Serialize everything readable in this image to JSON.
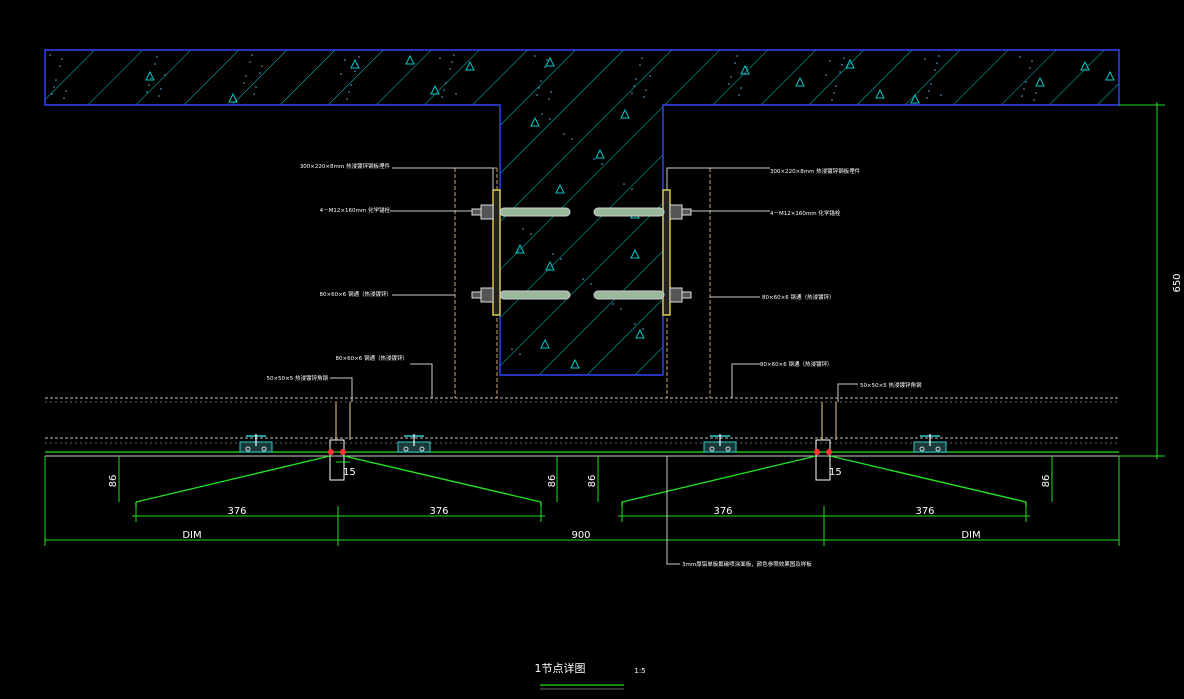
{
  "colors": {
    "background": "#000000",
    "slab_outline": "#3344ff",
    "hatch": "#00c8c8",
    "triangles": "#00c8c8",
    "dimension": "#22dd22",
    "bracket": "#ccaa44",
    "rod": "#b5b5b5",
    "white_text": "#ffffff",
    "clip": "#33cccc",
    "joint": "#ff3333"
  },
  "labels": {
    "top_left_plate": "300×220×8mm 热浸镀锌钢板埋件",
    "top_right_plate": "300×220×8mm 热浸镀锌钢板埋件",
    "left_bolt": "4－M12×160mm 化学锚栓",
    "right_bolt": "4－M12×160mm 化学锚栓",
    "left_channel_upper": "80×60×6 钢通（热浸镀锌）",
    "right_channel_upper": "80×60×6 钢通（热浸镀锌）",
    "left_channel_lower": "80×60×6 钢通（热浸镀锌）",
    "right_channel_lower": "80×60×6 钢通（热浸镀锌）",
    "left_angle": "50×50×5 热浸镀锌角钢",
    "right_angle": "50×50×5 热浸镀锌角钢",
    "bottom_note": "3mm厚铝单板氟碳喷涂面板，颜色参照效果图及样板"
  },
  "dimensions": {
    "height_650": "650",
    "d86_1": "86",
    "d86_2": "86",
    "d86_3": "86",
    "d86_4": "86",
    "d15_left": "15",
    "d15_right": "15",
    "d376_1": "376",
    "d376_2": "376",
    "d376_3": "376",
    "d376_4": "376",
    "dim_left": "DIM",
    "dim_900": "900",
    "dim_right": "DIM"
  },
  "title": {
    "text": "1节点详图",
    "scale": "1:5"
  }
}
